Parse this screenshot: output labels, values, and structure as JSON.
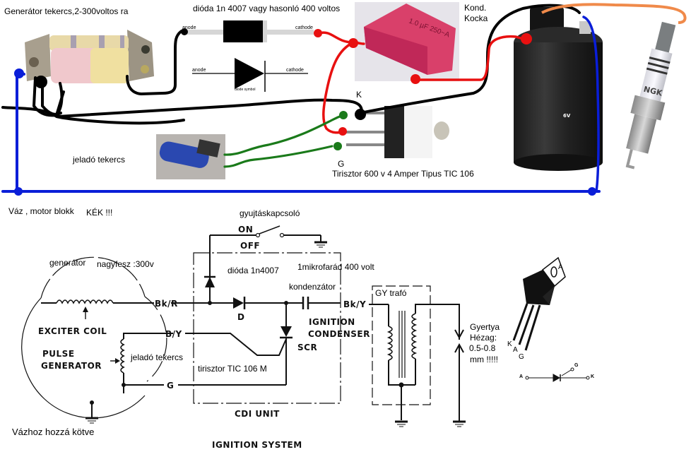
{
  "photo_section": {
    "generator_coil_label": "Generátor tekercs,2-300voltos ra",
    "diode_label": "dióda 1n 4007 vagy hasonló 400 voltos",
    "diode_anode_top": "anode",
    "diode_cathode_top": "cathode",
    "diode_anode_symbol": "anode",
    "diode_cathode_symbol": "cathode",
    "diode_caption": "diode symbol",
    "capacitor_label_line1": "Kond.",
    "capacitor_label_line2": "Kocka",
    "capacitor_marking": "1.0 µF 250~A",
    "pulse_coil_label": "jeladó tekercs",
    "thyristor_k_label": "K",
    "thyristor_g_label": "G",
    "thyristor_label": "Tirisztor 600 v 4 Amper Tipus TIC 106",
    "ignition_coil_marking": "6V",
    "spark_plug_brand": "NGK",
    "ground_label": "Váz , motor blokk",
    "ground_note": "KÉK !!!"
  },
  "schematic": {
    "switch_label": "gyujtáskapcsoló",
    "switch_on": "ON",
    "switch_off": "OFF",
    "generator_label": "generátor",
    "high_voltage_label": "nagyfesz :300v",
    "diode_label": "dióda 1n4007",
    "capacitor_value_label": "1mikrofarád 400 volt",
    "capacitor_label": "kondenzátor",
    "wire_bkr": "Bk/R",
    "wire_by": "B/Y",
    "wire_g": "G",
    "wire_bky": "Bk/Y",
    "diode_d": "D",
    "ignition_condenser_line1": "IGNITION",
    "ignition_condenser_line2": "CONDENSER",
    "scr_label": "SCR",
    "exciter_coil": "EXCITER COIL",
    "pulse_generator_line1": "PULSE",
    "pulse_generator_line2": "GENERATOR",
    "pulse_coil_label": "jeladó tekercs",
    "thyristor_label": "tirisztor TIC 106 M",
    "cdi_unit": "CDI UNIT",
    "ignition_system": "IGNITION SYSTEM",
    "transformer_label": "GY trafó",
    "spark_gap_line1": "Gyertya",
    "spark_gap_line2": "Hézag:",
    "spark_gap_line3": "0.5-0.8",
    "spark_gap_line4": "mm !!!!!",
    "frame_ground_label": "Vázhoz hozzá kötve"
  },
  "pinout": {
    "pin_k": "K",
    "pin_a": "A",
    "pin_g": "G",
    "tab_a": "A",
    "sym_a": "A",
    "sym_k": "K",
    "sym_g": "G"
  },
  "colors": {
    "ground_wire": "#0a1ed8",
    "red_wire": "#e81010",
    "green_wire": "#1a7a1a",
    "orange_wire": "#f08a4a",
    "black_wire": "#000000"
  }
}
